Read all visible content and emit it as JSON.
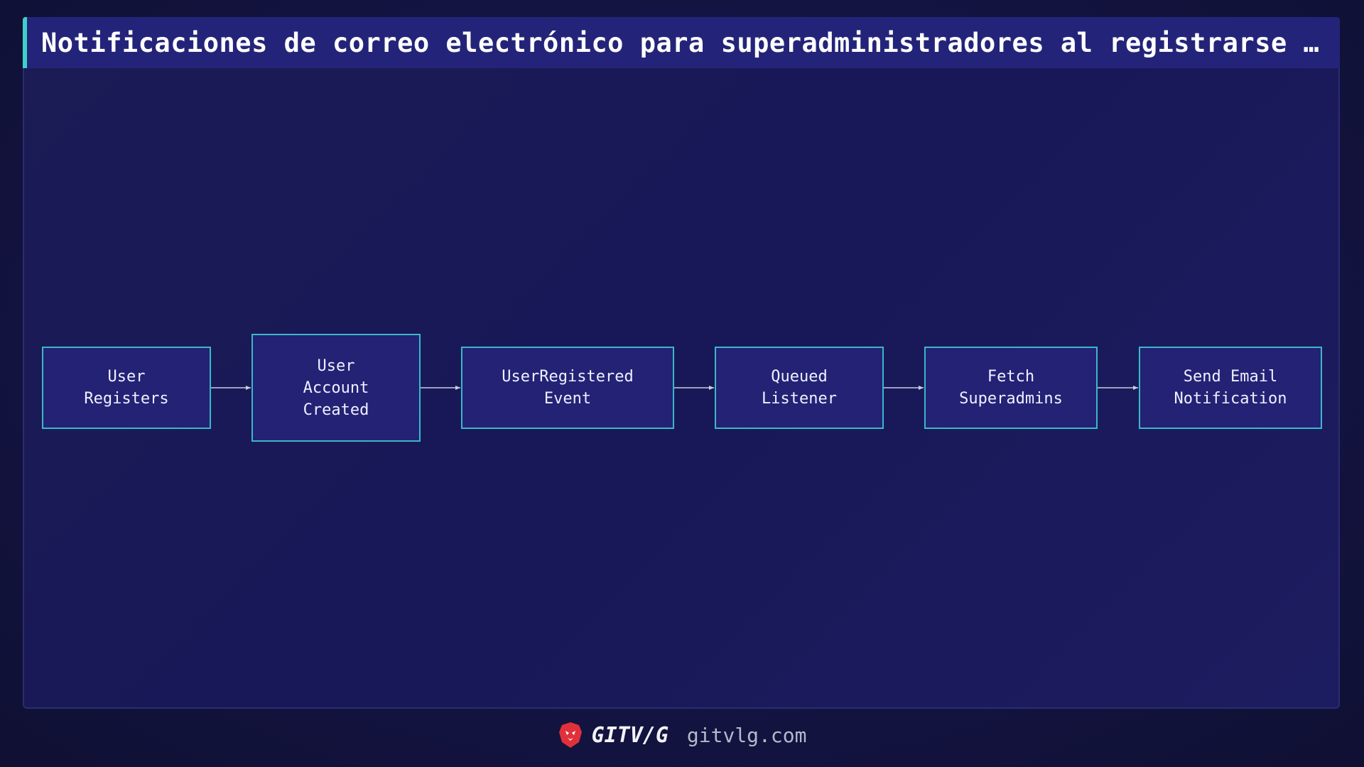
{
  "title": "Notificaciones de correo electrónico para superadministradores al registrarse u…",
  "colors": {
    "accent": "#3fd0c9",
    "node_border": "#3ab8c8",
    "node_fill": "#232275",
    "title_bar": "#232479",
    "background": "#141444",
    "logo": "#e0313b"
  },
  "diagram": {
    "nodes": [
      {
        "id": "n1",
        "label": "User\nRegisters"
      },
      {
        "id": "n2",
        "label": "User\nAccount\nCreated"
      },
      {
        "id": "n3",
        "label": "UserRegistered\nEvent"
      },
      {
        "id": "n4",
        "label": "Queued\nListener"
      },
      {
        "id": "n5",
        "label": "Fetch\nSuperadmins"
      },
      {
        "id": "n6",
        "label": "Send Email\nNotification"
      }
    ],
    "edges": [
      {
        "from": "n1",
        "to": "n2"
      },
      {
        "from": "n2",
        "to": "n3"
      },
      {
        "from": "n3",
        "to": "n4"
      },
      {
        "from": "n4",
        "to": "n5"
      },
      {
        "from": "n5",
        "to": "n6"
      }
    ]
  },
  "footer": {
    "logo_icon": "lion-head-icon",
    "brand": "GITV/G",
    "url": "gitvlg.com"
  }
}
